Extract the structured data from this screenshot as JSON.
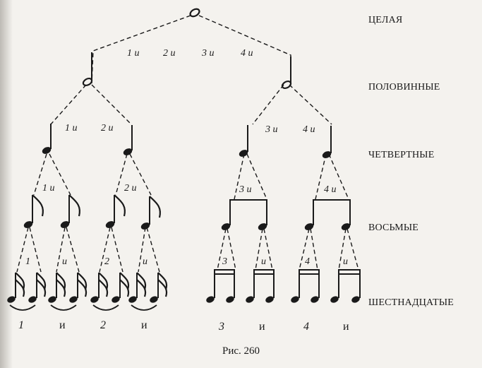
{
  "row_labels": {
    "whole": "ЦЕЛАЯ",
    "half": "ПОЛОВИННЫЕ",
    "quarter": "ЧЕТВЕРТНЫЕ",
    "eighth": "ВОСЬМЫЕ",
    "sixteenth": "ШЕСТНАДЦАТЫЕ"
  },
  "counts": {
    "whole": [
      "1 и",
      "2 и",
      "3 и",
      "4 и"
    ],
    "half_left": [
      "1 и",
      "2 и"
    ],
    "half_right": [
      "3 и",
      "4 и"
    ],
    "quarter": [
      "1 и",
      "2 и",
      "3 и",
      "4 и"
    ],
    "eighth": [
      "1",
      "и",
      "2",
      "и",
      "3",
      "и",
      "4",
      "и"
    ]
  },
  "bottom_counts": [
    "1",
    "и",
    "2",
    "и",
    "3",
    "и",
    "4",
    "и"
  ],
  "caption": "Рис. 260"
}
